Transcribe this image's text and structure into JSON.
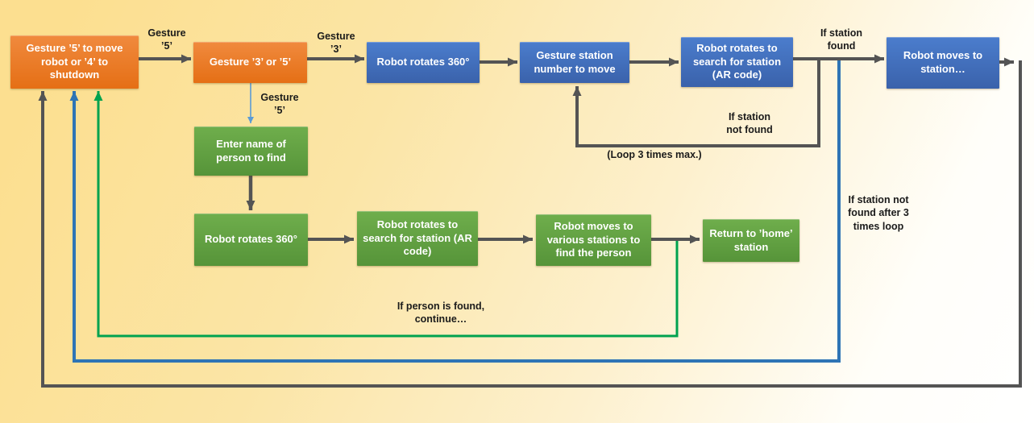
{
  "diagram": {
    "nodes": {
      "start": "Gesture ’5’ to move robot or ’4’ to shutdown",
      "gesture_choice": "Gesture ’3’ or ’5’",
      "rotate_360_station": "Robot rotates 360°",
      "gesture_station_number": "Gesture station number to move",
      "search_station_ar": "Robot rotates to search for station (AR code)",
      "move_to_station": "Robot moves to station…",
      "enter_name": "Enter name of person to find",
      "rotate_360_person": "Robot rotates 360°",
      "search_station_ar_person": "Robot rotates to search for station (AR code)",
      "move_various_stations": "Robot moves to various stations to find the person",
      "return_home": "Return to ’home’ station"
    },
    "labels": {
      "gesture5_top": {
        "line1": "Gesture",
        "line2": "’5’"
      },
      "gesture3": {
        "line1": "Gesture",
        "line2": "’3’"
      },
      "gesture5_down": {
        "line1": "Gesture",
        "line2": "’5’"
      },
      "if_station_found": {
        "line1": "If station",
        "line2": "found"
      },
      "if_station_not_found": {
        "line1": "If station",
        "line2_bold": "not",
        "line2_rest": " found"
      },
      "loop_max": "(Loop 3 times max.)",
      "if_station_not_found_loop": {
        "line1_pre": "If station ",
        "line1_bold": "not",
        "line2": "found after 3",
        "line3": "times loop"
      },
      "if_person_found": {
        "line1": "If person is found,",
        "line2": "continue…"
      }
    },
    "colors": {
      "node_orange": "#ED7D31",
      "node_blue": "#4472C4",
      "node_green": "#63A344",
      "connector_dark": "#545454",
      "connector_blue": "#2E74B5",
      "connector_green": "#00A24F",
      "connector_light_blue": "#5B9BD5",
      "background_yellow": "#FCDF90"
    }
  }
}
